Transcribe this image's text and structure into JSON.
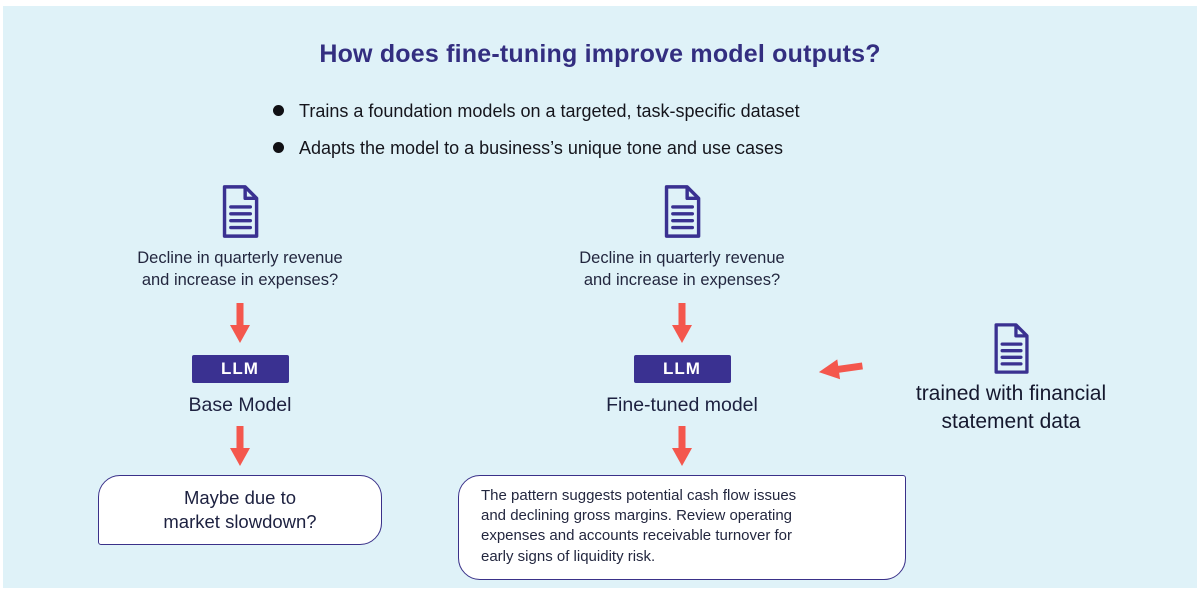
{
  "title": "How does fine-tuning improve model outputs?",
  "bullets": [
    "Trains a foundation models on a targeted, task-specific dataset",
    "Adapts the model to a business’s unique tone and use cases"
  ],
  "base_flow": {
    "prompt": "Decline in quarterly revenue\nand increase in expenses?",
    "llm_label": "LLM",
    "model_label": "Base Model",
    "output": "Maybe due to\nmarket slowdown?"
  },
  "finetuned_flow": {
    "prompt": "Decline in quarterly revenue\nand increase in expenses?",
    "llm_label": "LLM",
    "model_label": "Fine-tuned model",
    "output": "The pattern suggests potential cash flow issues\nand declining gross margins. Review operating\nexpenses and accounts receivable turnover for\nearly signs of liquidity risk."
  },
  "annotation": {
    "text": "trained with financial\nstatement data"
  },
  "icons": {
    "document": "document-icon",
    "arrow_down": "arrow-down-icon",
    "arrow_left": "arrow-left-icon",
    "bullet": "bullet-dot-icon"
  },
  "colors": {
    "background": "#dff2f8",
    "indigo": "#3a3191",
    "title_indigo": "#332e80",
    "coral": "#f4574d",
    "text_dark": "#1d2140"
  }
}
